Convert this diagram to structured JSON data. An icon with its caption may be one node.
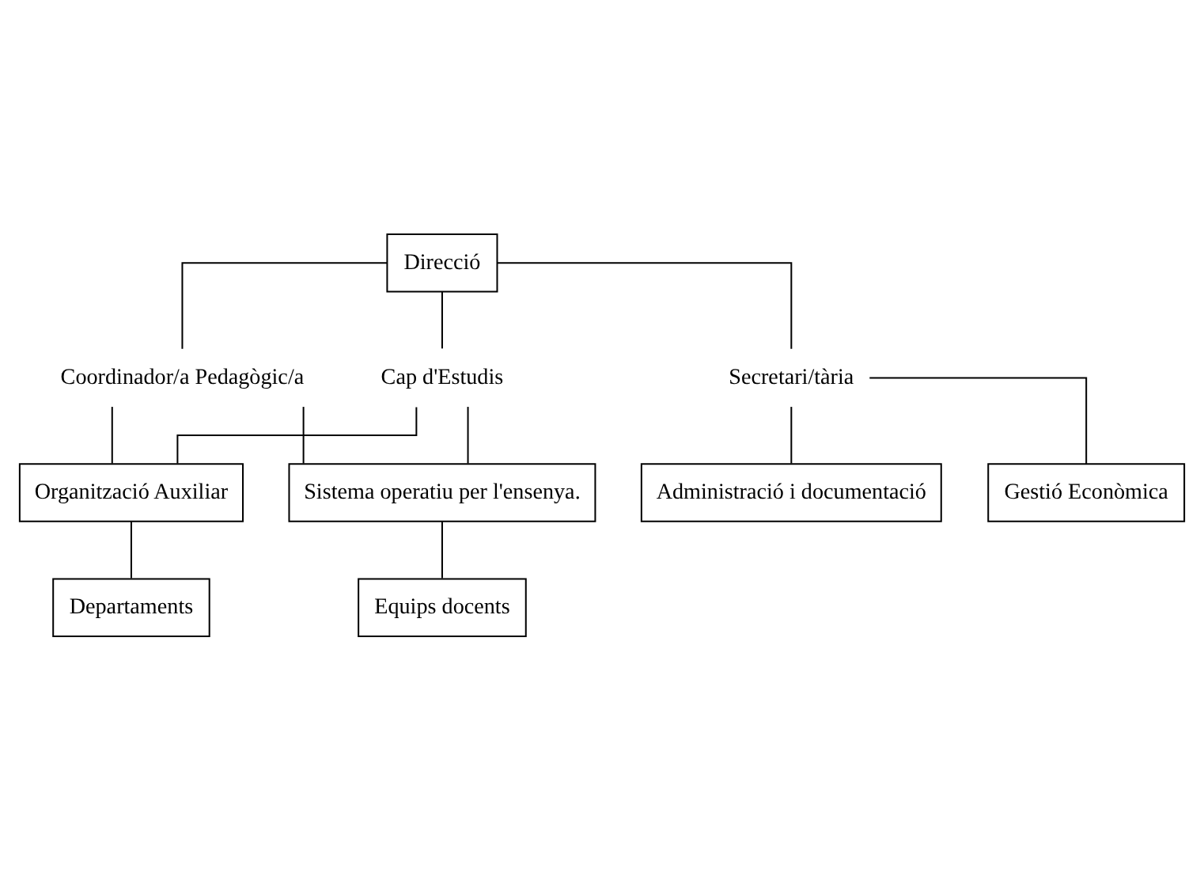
{
  "diagram": {
    "nodes": [
      {
        "text": [
          "Direcció"
        ]
      },
      {
        "text": [
          "Cap d'Estudis"
        ]
      },
      {
        "text": [
          "Coordinador/a Pedagògic/a"
        ]
      },
      {
        "text": [
          "Secretari/tària"
        ]
      },
      {
        "text": [
          "Organització Auxiliar"
        ]
      },
      {
        "text": [
          "Sistema operatiu per l'ensenya."
        ]
      },
      {
        "text": [
          "Departaments"
        ]
      },
      {
        "text": [
          "Equips docents"
        ]
      },
      {
        "text": [
          "Administració i documentació"
        ]
      },
      {
        "text": [
          "Gestió Econòmica"
        ]
      }
    ],
    "edges": [
      {
        "from": 0,
        "to": 1,
        "arrow": "none"
      },
      {
        "from": 0,
        "to": 2,
        "arrow": "none"
      },
      {
        "from": 0,
        "to": 3,
        "arrow": "none"
      },
      {
        "from": 1,
        "to": 4,
        "arrow": "none"
      },
      {
        "from": 1,
        "to": 5,
        "arrow": "none"
      },
      {
        "from": 2,
        "to": 4,
        "arrow": "none"
      },
      {
        "from": 2,
        "to": 5,
        "arrow": "none"
      },
      {
        "from": 4,
        "to": 6,
        "arrow": "none"
      },
      {
        "from": 5,
        "to": 7,
        "arrow": "none"
      },
      {
        "from": 3,
        "to": 8,
        "arrow": "none"
      },
      {
        "from": 3,
        "to": 9,
        "arrow": "none"
      }
    ]
  }
}
